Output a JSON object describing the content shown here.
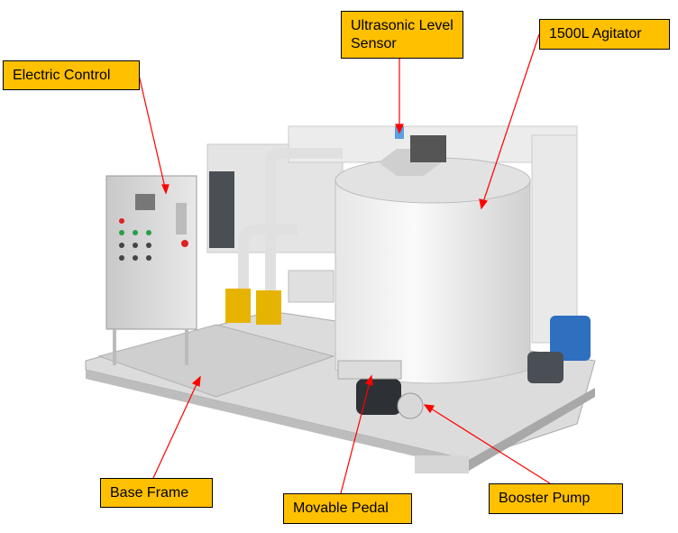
{
  "labels": {
    "ultrasonic": "Ultrasonic Level Sensor",
    "agitator": "1500L Agitator",
    "electric_control": "Electric Control",
    "base_frame": "Base Frame",
    "movable_pedal": "Movable Pedal",
    "booster_pump": "Booster Pump"
  },
  "colors": {
    "label_bg": "#FFC000",
    "leader_line": "#FF0000"
  }
}
